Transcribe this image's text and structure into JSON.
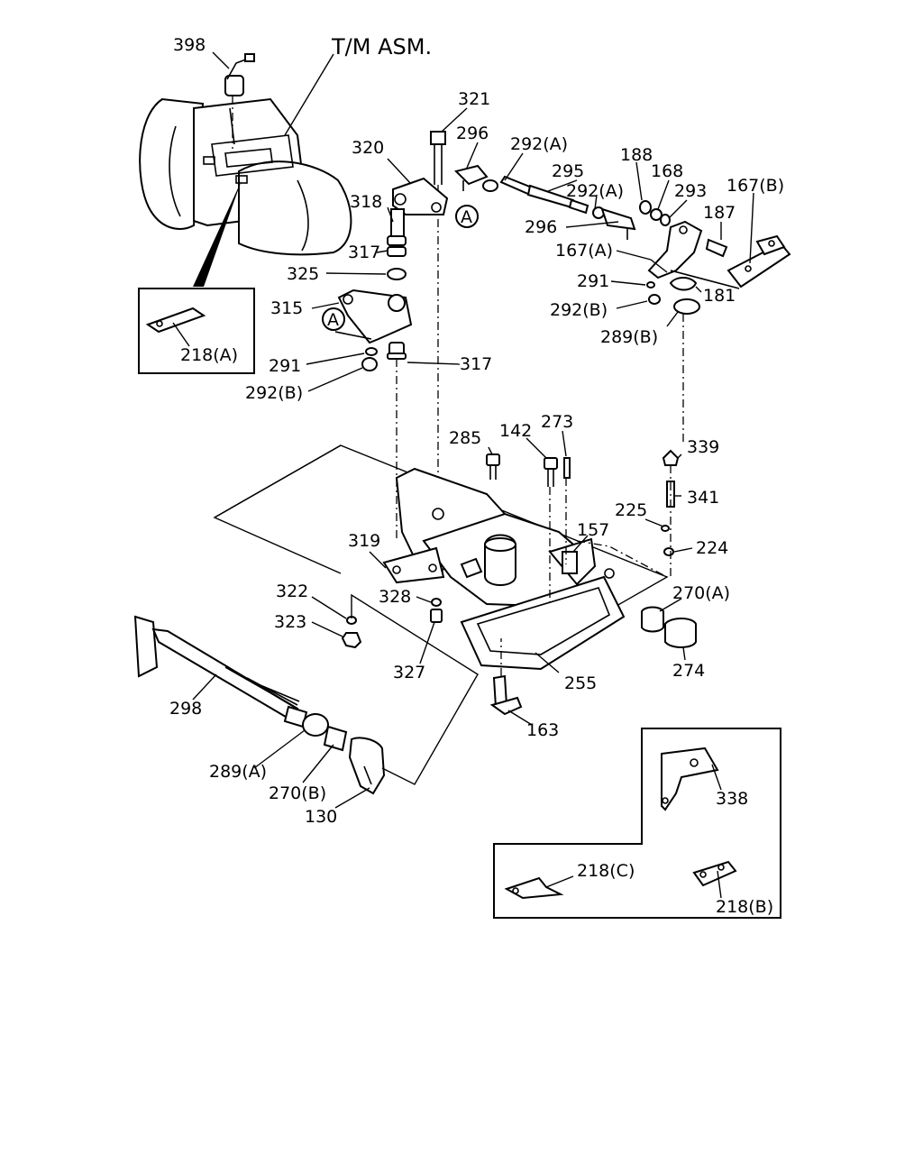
{
  "title": "T/M ASM.",
  "colors": {
    "ink": "#000000",
    "paper": "#ffffff"
  },
  "callouts": {
    "p398": "398",
    "p321": "321",
    "p296a": "296",
    "p292a1": "292(A)",
    "p320": "320",
    "p295": "295",
    "p188": "188",
    "p168": "168",
    "p292a2": "292(A)",
    "p293": "293",
    "p167b": "167(B)",
    "p318": "318",
    "p296b": "296",
    "p187": "187",
    "p317a": "317",
    "p167a": "167(A)",
    "p325": "325",
    "p291a": "291",
    "p181": "181",
    "p315": "315",
    "p292b1": "292(B)",
    "p289b": "289(B)",
    "p218a": "218(A)",
    "p291b": "291",
    "p317b": "317",
    "p292b2": "292(B)",
    "p285": "285",
    "p142": "142",
    "p273": "273",
    "p339": "339",
    "p341": "341",
    "p225": "225",
    "p157": "157",
    "p319": "319",
    "p224": "224",
    "p322": "322",
    "p270a": "270(A)",
    "p328": "328",
    "p323": "323",
    "p327": "327",
    "p274": "274",
    "p255": "255",
    "p298": "298",
    "p163": "163",
    "p338": "338",
    "p289a": "289(A)",
    "p270b": "270(B)",
    "p130": "130",
    "p218c": "218(C)",
    "p218b": "218(B)",
    "ref_a1": "A",
    "ref_a2": "A"
  }
}
